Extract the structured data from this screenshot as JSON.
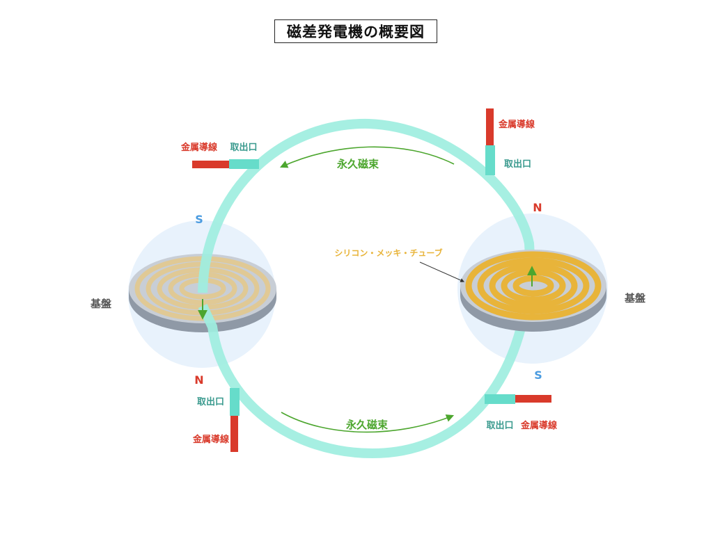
{
  "title": "磁差発電機の概要図",
  "labels": {
    "flux_top": "永久磁束",
    "flux_bottom": "永久磁束",
    "wire": "金属導線",
    "outlet": "取出口",
    "pole_n": "N",
    "pole_s": "S",
    "base": "基盤",
    "tube": "シリコン・メッキ・チューブ"
  },
  "colors": {
    "loop": "#9eeee0",
    "outlet": "#66dcca",
    "wire": "#d93a2b",
    "flux_arrow": "#4ca62e",
    "pole_n": "#d93a2b",
    "pole_s": "#4a9be0",
    "tube": "#e8b43a",
    "base_text": "#555555",
    "outlet_text": "#3a9a8e"
  }
}
